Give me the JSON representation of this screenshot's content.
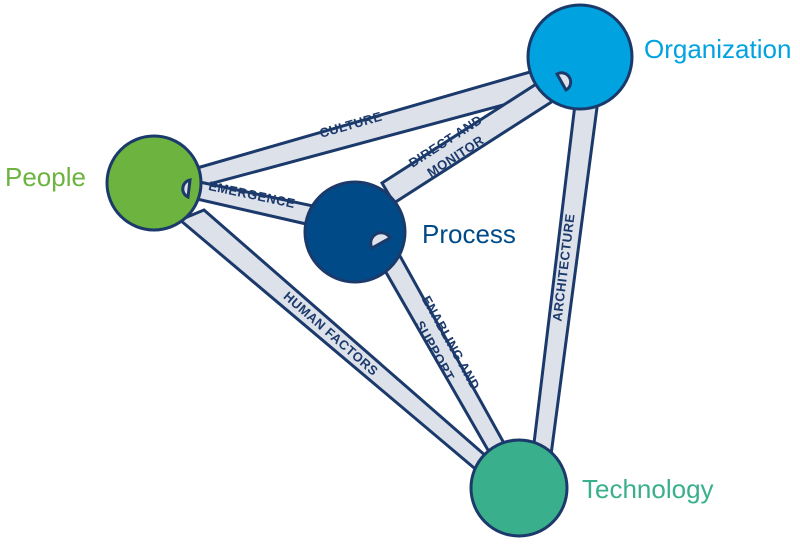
{
  "nodes": {
    "organization": {
      "label": "Organization",
      "color": "#00a3e0"
    },
    "people": {
      "label": "People",
      "color": "#6cb33f"
    },
    "process": {
      "label": "Process",
      "color": "#004b87"
    },
    "technology": {
      "label": "Technology",
      "color": "#3aaf8c"
    }
  },
  "edges": {
    "culture": {
      "label": "CULTURE"
    },
    "direct_monitor": {
      "line1": "DIRECT AND",
      "line2": "MONITOR"
    },
    "emergence": {
      "label": "EMERGENCE"
    },
    "architecture": {
      "label": "ARCHITECTURE"
    },
    "human_factors": {
      "label": "HUMAN FACTORS"
    },
    "enabling_support": {
      "line1": "ENABLING AND",
      "line2": "SUPPORT"
    }
  },
  "colors": {
    "band_fill": "#dde1ea",
    "band_stroke": "#1b3a6b",
    "node_stroke": "#1b3a6b"
  }
}
